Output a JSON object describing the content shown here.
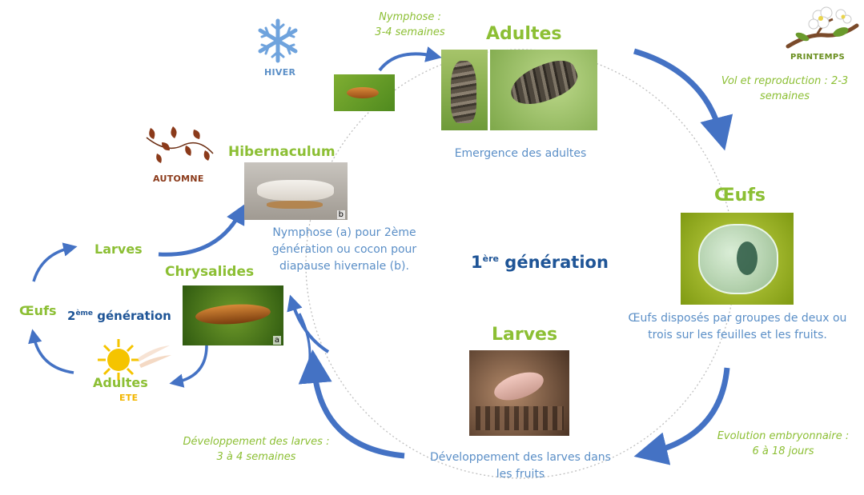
{
  "seasons": {
    "winter": "HIVER",
    "autumn": "AUTOMNE",
    "spring": "PRINTEMPS",
    "summer": "ETE"
  },
  "generations": {
    "first": {
      "number": "1",
      "sup": "ère",
      "word": "génération"
    },
    "second": {
      "number": "2",
      "sup": "ème",
      "word": "génération"
    }
  },
  "stages": {
    "adults": {
      "title": "Adultes",
      "caption": "Emergence des adultes"
    },
    "eggs": {
      "title": "Œufs",
      "caption_line1": "Œufs disposés par groupes de deux ou",
      "caption_line2": "trois sur les feuilles et les fruits."
    },
    "larvae": {
      "title": "Larves",
      "caption_line1": "Développement des larves dans",
      "caption_line2": "les fruits"
    },
    "hibernaculum": {
      "title": "Hibernaculum",
      "caption_line1": "Nymphose (a) pour 2ème",
      "caption_line2": "génération ou cocon pour",
      "caption_line3": "diapause hivernale (b)."
    },
    "chrysalides": {
      "title": "Chrysalides"
    },
    "gen2_larvae": {
      "title": "Larves"
    },
    "gen2_eggs": {
      "title": "Œufs"
    },
    "gen2_adults": {
      "title": "Adultes"
    }
  },
  "durations": {
    "nymphose_line1": "Nymphose :",
    "nymphose_line2": "3-4 semaines",
    "flight_line1": "Vol et reproduction : 2-3",
    "flight_line2": "semaines",
    "embryo_line1": "Evolution embryonnaire :",
    "embryo_line2": "6 à 18 jours",
    "larval_line1": "Développement des larves :",
    "larval_line2": "3 à 4 semaines"
  },
  "photo_labels": {
    "hibernaculum": "b",
    "chrysalis": "a"
  },
  "colors": {
    "arrow_blue": "#4472c4",
    "title_green": "#8cbf34",
    "caption_blue": "#5b8fc7",
    "generation_blue": "#1f5597",
    "autumn_brown": "#8b3a1a",
    "winter_blue": "#5b8fc7",
    "spring_green": "#6a8f1f",
    "summer_yellow": "#f2b600"
  },
  "icons": [
    "snowflake-icon",
    "autumn-leaves-icon",
    "blossom-branch-icon",
    "sun-icon"
  ]
}
